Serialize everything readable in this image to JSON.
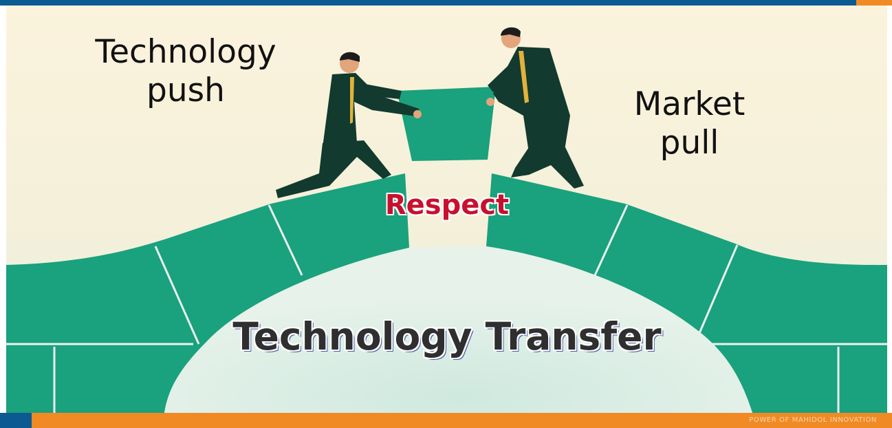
{
  "labels": {
    "technology_push": "Technology\npush",
    "market_pull": "Market\npull",
    "respect": "Respect",
    "technology_transfer": "Technology Transfer"
  },
  "footer": {
    "tagline": "POWER OF MAHIDOL INNOVATION"
  },
  "colors": {
    "brand_blue": "#0c5a92",
    "brand_orange": "#f08a24",
    "bridge_green": "#1aa17d",
    "suit_dark": "#123a2f",
    "respect_red": "#c8102e",
    "outline_blue": "#4a5aa8"
  }
}
